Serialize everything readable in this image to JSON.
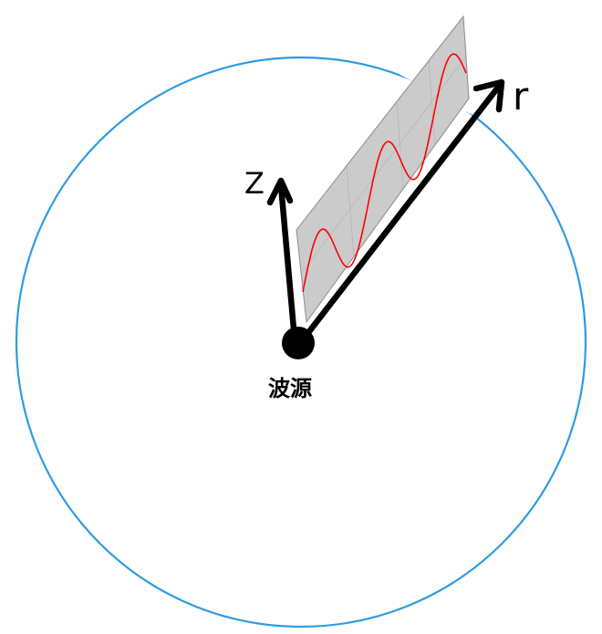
{
  "diagram": {
    "axes": {
      "z_label": "Z",
      "r_label": "r"
    },
    "source_label": "波源",
    "colors": {
      "wavefront": "#2f9be3",
      "wave": "#ff0000",
      "plane_fill": "#c8c8c8",
      "plane_edge": "#8a8a8a",
      "arrow": "#000000",
      "source": "#000000",
      "background": "#ffffff"
    },
    "wave": {
      "cycles": 2.5,
      "amplitude": 1.0
    }
  }
}
